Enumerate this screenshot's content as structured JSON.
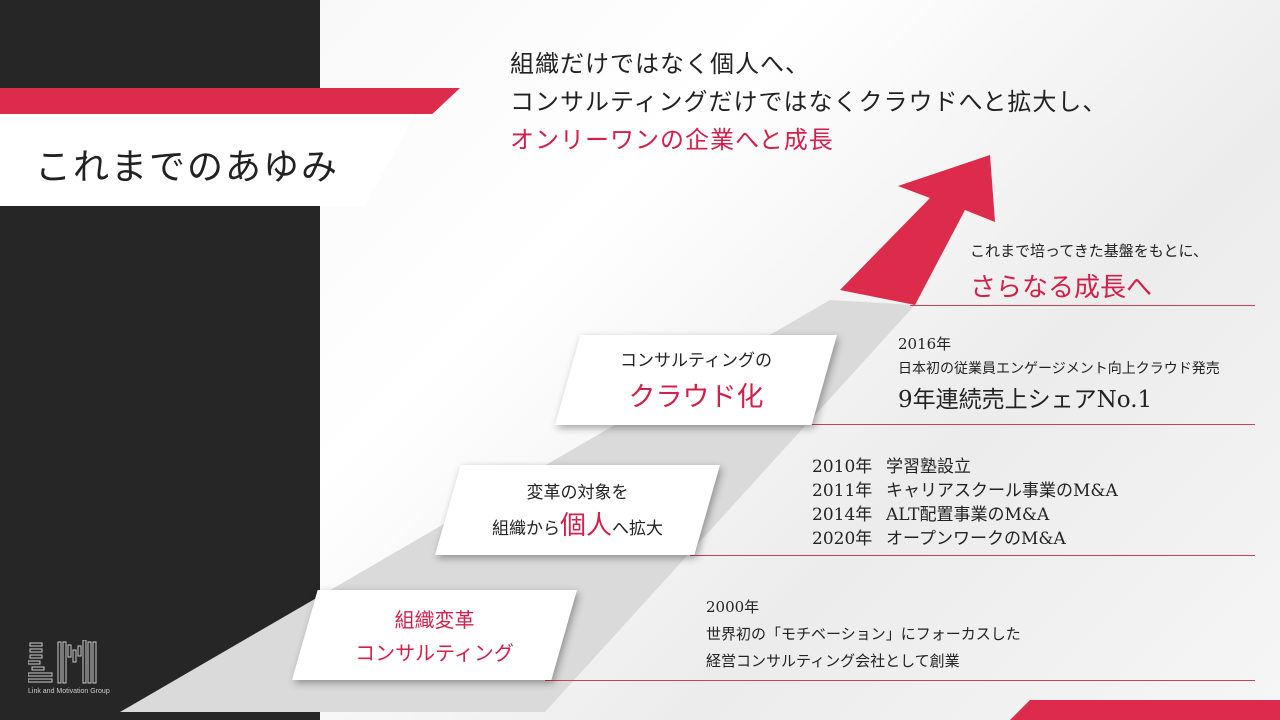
{
  "page_title": "これまでのあゆみ",
  "headline": {
    "line1": "組織だけではなく個人へ、",
    "line2": "コンサルティングだけではなくクラウドへと拡大し、",
    "line3": "オンリーワンの企業へと成長"
  },
  "future": {
    "sub": "これまで培ってきた基盤をもとに、",
    "main": "さらなる成長へ"
  },
  "stages": [
    {
      "line1": "コンサルティングの",
      "line2": "クラウド化"
    },
    {
      "line1": "変革の対象を",
      "line2_pre": "組織から",
      "line2_em": "個人",
      "line2_post": "へ拡大"
    },
    {
      "line1": "組織変革",
      "line2": "コンサルティング"
    }
  ],
  "events": {
    "e2016": {
      "year": "2016年",
      "desc": "日本初の従業員エンゲージメント向上クラウド発売",
      "big": "9年連続売上シェアNo.1"
    },
    "list": [
      {
        "year": "2010年",
        "desc": "学習塾設立"
      },
      {
        "year": "2011年",
        "desc": "キャリアスクール事業のM&A"
      },
      {
        "year": "2014年",
        "desc": "ALT配置事業のM&A"
      },
      {
        "year": "2020年",
        "desc": "オープンワークのM&A"
      }
    ],
    "e2000": {
      "year": "2000年",
      "l1": "世界初の「モチベーション」にフォーカスした",
      "l2": "経営コンサルティング会社として創業"
    }
  },
  "logo_text": "Link and Motivation Group",
  "colors": {
    "accent": "#dc2b4b",
    "dark": "#262626"
  }
}
